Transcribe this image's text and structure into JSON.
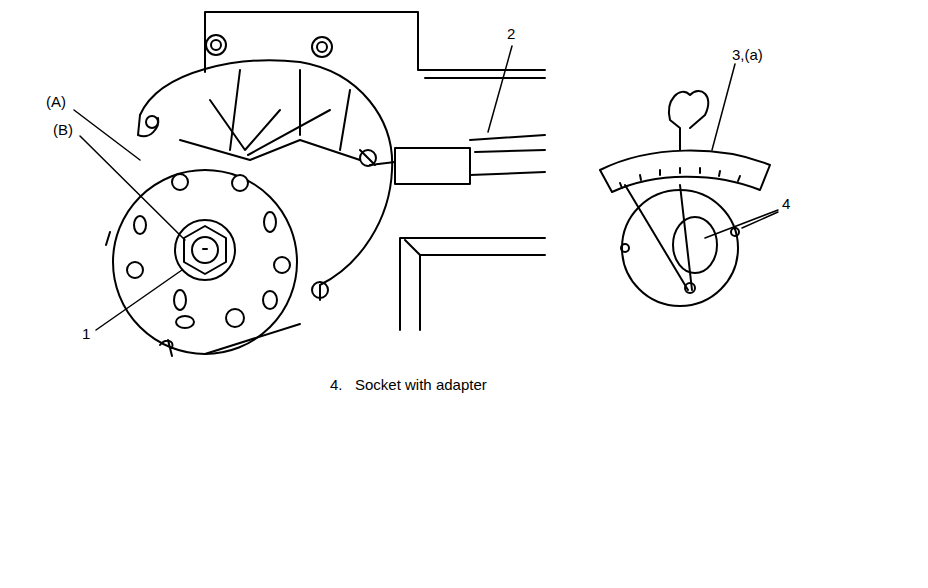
{
  "diagram": {
    "labels": [
      "(A)",
      "(B)",
      "1",
      "2",
      "3,(a)",
      "4",
      "4.   Socket with adapter"
    ]
  }
}
